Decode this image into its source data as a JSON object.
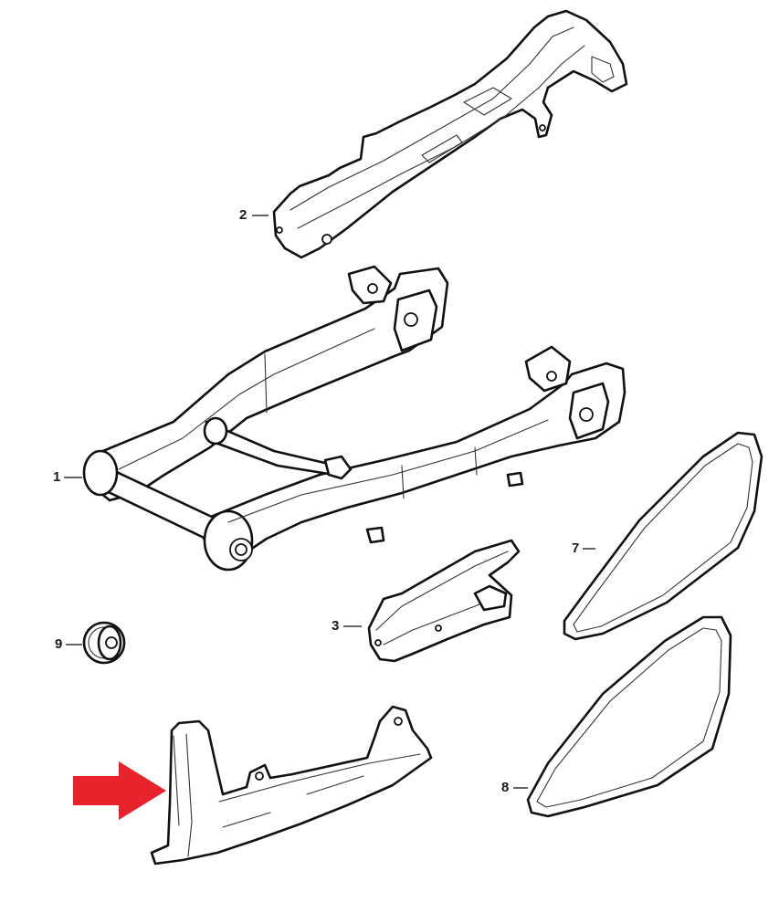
{
  "callouts": [
    {
      "id": "1",
      "label": "1"
    },
    {
      "id": "2",
      "label": "2"
    },
    {
      "id": "3",
      "label": "3"
    },
    {
      "id": "7",
      "label": "7"
    },
    {
      "id": "8",
      "label": "8"
    },
    {
      "id": "9",
      "label": "9"
    }
  ],
  "colors": {
    "highlight_arrow": "#e8232b",
    "line_art": "#111111",
    "background": "#ffffff"
  },
  "parts": [
    {
      "callout": "1",
      "name": "swingarm"
    },
    {
      "callout": "2",
      "name": "chain-guard-upper"
    },
    {
      "callout": "3",
      "name": "chain-slider"
    },
    {
      "callout": "7",
      "name": "drive-belt"
    },
    {
      "callout": "8",
      "name": "drive-belt"
    },
    {
      "callout": "9",
      "name": "sprocket"
    },
    {
      "callout": null,
      "name": "lower-chain-guard",
      "highlighted": true
    }
  ]
}
